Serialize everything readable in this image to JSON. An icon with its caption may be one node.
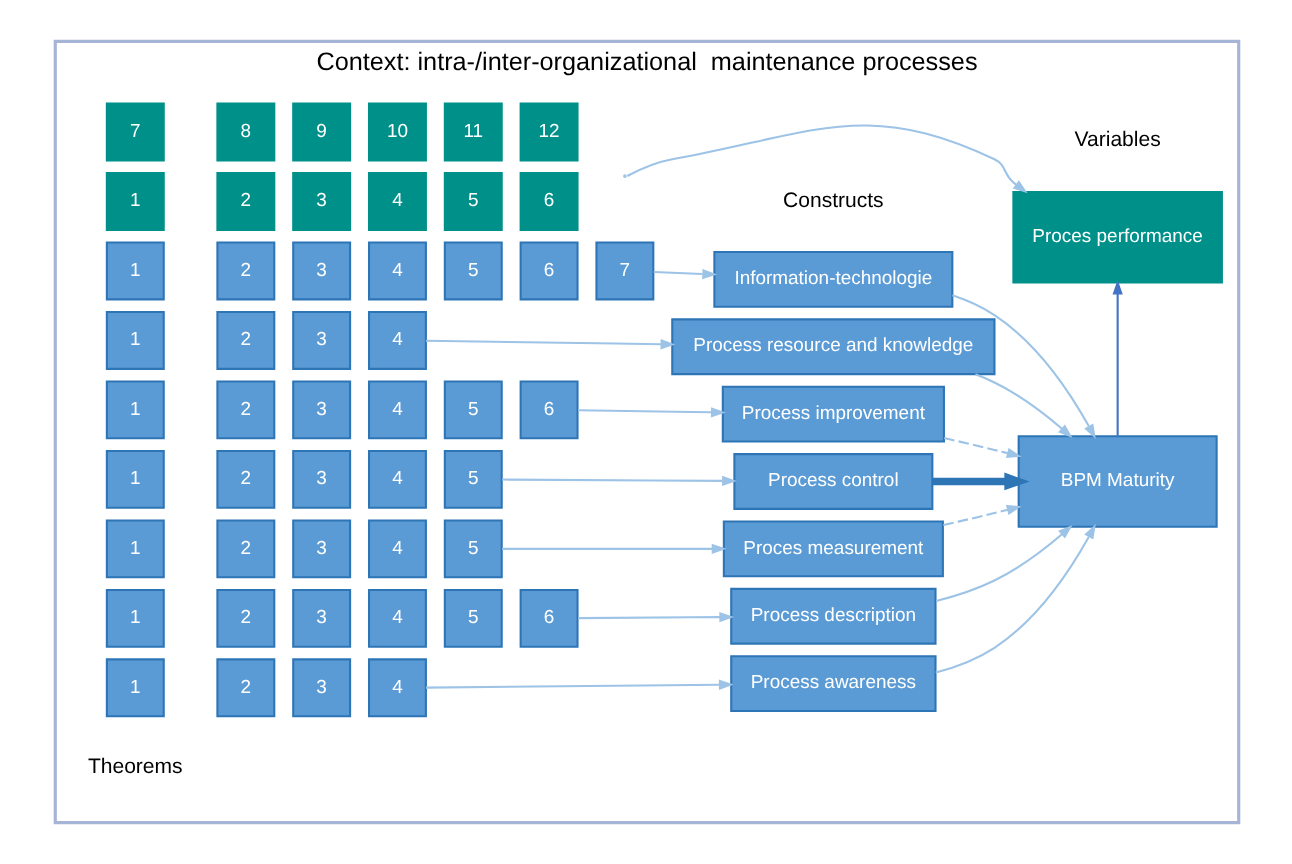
{
  "diagram": {
    "nodes": [
      {
        "text": [
          "Context: intra-/inter-organizational  maintenance processes"
        ]
      },
      {
        "text": [
          "1"
        ],
        "in": 0
      },
      {
        "text": [
          "2"
        ],
        "in": 0
      },
      {
        "text": [
          "3"
        ],
        "in": 0
      },
      {
        "text": [
          "4"
        ],
        "in": 0
      },
      {
        "text": [
          "1"
        ],
        "in": 0
      },
      {
        "text": [
          "2"
        ],
        "in": 0
      },
      {
        "text": [
          "3"
        ],
        "in": 0
      },
      {
        "text": [
          "4"
        ],
        "in": 0
      },
      {
        "text": [
          "5"
        ],
        "in": 0
      },
      {
        "text": [
          "6"
        ],
        "in": 0
      },
      {
        "text": [
          "1"
        ],
        "in": 0
      },
      {
        "text": [
          "2"
        ],
        "in": 0
      },
      {
        "text": [
          "3"
        ],
        "in": 0
      },
      {
        "text": [
          "4"
        ],
        "in": 0
      },
      {
        "text": [
          "5"
        ],
        "in": 0
      },
      {
        "text": [
          "1"
        ],
        "in": 0
      },
      {
        "text": [
          "2"
        ],
        "in": 0
      },
      {
        "text": [
          "3"
        ],
        "in": 0
      },
      {
        "text": [
          "4"
        ],
        "in": 0
      },
      {
        "text": [
          "5"
        ],
        "in": 0
      },
      {
        "text": [
          "1"
        ],
        "in": 0
      },
      {
        "text": [
          "2"
        ],
        "in": 0
      },
      {
        "text": [
          "3"
        ],
        "in": 0
      },
      {
        "text": [
          "4"
        ],
        "in": 0
      },
      {
        "text": [
          "5"
        ],
        "in": 0
      },
      {
        "text": [
          "6"
        ],
        "in": 0
      },
      {
        "text": [
          "1"
        ],
        "in": 0
      },
      {
        "text": [
          "2"
        ],
        "in": 0
      },
      {
        "text": [
          "3"
        ],
        "in": 0
      },
      {
        "text": [
          "4"
        ],
        "in": 0
      },
      {
        "text": [
          "1"
        ],
        "in": 0
      },
      {
        "text": [
          "2"
        ],
        "in": 0
      },
      {
        "text": [
          "3"
        ],
        "in": 0
      },
      {
        "text": [
          "4"
        ],
        "in": 0
      },
      {
        "text": [
          "5"
        ],
        "in": 0
      },
      {
        "text": [
          "6"
        ],
        "in": 0
      },
      {
        "text": [
          "7"
        ],
        "in": 0
      },
      {
        "text": [
          "Process awareness"
        ],
        "in": 0
      },
      {
        "text": [
          "Process description"
        ],
        "in": 0
      },
      {
        "text": [
          "Proces measurement"
        ],
        "in": 0
      },
      {
        "text": [
          "Process control"
        ],
        "in": 0
      },
      {
        "text": [
          "Process improvement"
        ],
        "in": 0
      },
      {
        "text": [
          "Process resource and knowledge"
        ],
        "in": 0
      },
      {
        "text": [
          "Information-technologie"
        ],
        "in": 0
      },
      {
        "text": [
          "BPM Maturity"
        ],
        "in": 0
      },
      {
        "text": [
          "1"
        ],
        "in": 0
      },
      {
        "text": [
          "2"
        ],
        "in": 0
      },
      {
        "text": [
          "3"
        ],
        "in": 0
      },
      {
        "text": [
          "4"
        ],
        "in": 0
      },
      {
        "text": [
          "5"
        ],
        "in": 0
      },
      {
        "text": [
          "6"
        ],
        "in": 0
      },
      {
        "text": [
          "7"
        ],
        "in": 0
      },
      {
        "text": [
          "8"
        ],
        "in": 0
      },
      {
        "text": [
          "9"
        ],
        "in": 0
      },
      {
        "text": [
          "10"
        ],
        "in": 0
      },
      {
        "text": [
          "11"
        ],
        "in": 0
      },
      {
        "text": [
          "12"
        ],
        "in": 0
      },
      {
        "text": [
          "Proces performance"
        ],
        "in": 0
      }
    ],
    "edges": [
      {
        "from": 4,
        "to": 38,
        "arrow": "to"
      },
      {
        "from": 10,
        "to": 39,
        "arrow": "to"
      },
      {
        "from": 15,
        "to": 40,
        "arrow": "to"
      },
      {
        "from": 20,
        "to": 41,
        "arrow": "to"
      },
      {
        "from": 26,
        "to": 42,
        "arrow": "to"
      },
      {
        "from": 30,
        "to": 43,
        "arrow": "to"
      },
      {
        "from": 37,
        "to": 44,
        "arrow": "to"
      },
      {
        "from": 38,
        "to": 45,
        "arrow": "to"
      },
      {
        "from": 39,
        "to": 45,
        "arrow": "to"
      },
      {
        "from": 40,
        "to": 45,
        "arrow": "to",
        "style": "dashed"
      },
      {
        "from": 41,
        "to": 45,
        "arrow": "to",
        "style": "thick",
        "color": "#2e75b6"
      },
      {
        "from": 42,
        "to": 45,
        "arrow": "to",
        "style": "dashed"
      },
      {
        "from": 43,
        "to": 45,
        "arrow": "to"
      },
      {
        "from": 44,
        "to": 45,
        "arrow": "to"
      },
      {
        "from": 45,
        "to": 58,
        "arrow": "to",
        "color": "#4472c4"
      },
      {
        "from": null,
        "to": 58,
        "arrow": "to"
      }
    ],
    "labels": [
      "Theorems",
      "Constructs",
      "Variables"
    ]
  }
}
